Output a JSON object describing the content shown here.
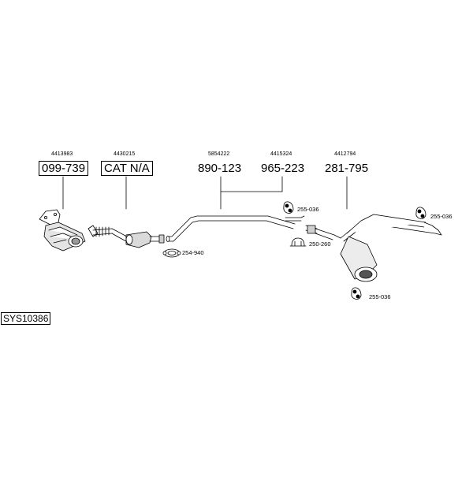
{
  "system_code": "SYS10386",
  "parts": [
    {
      "oem": "4413983",
      "number": "099-739",
      "boxed": true
    },
    {
      "oem": "4430215",
      "number": "CAT N/A",
      "boxed": true
    },
    {
      "oem": "5854222",
      "number": "890-123",
      "boxed": false
    },
    {
      "oem": "4415324",
      "number": "965-223",
      "boxed": false
    },
    {
      "oem": "4412794",
      "number": "281-795",
      "boxed": false
    }
  ],
  "small_parts": [
    {
      "number": "254-940"
    },
    {
      "number": "255-036"
    },
    {
      "number": "250-260"
    },
    {
      "number": "255-036"
    },
    {
      "number": "255-036"
    }
  ]
}
